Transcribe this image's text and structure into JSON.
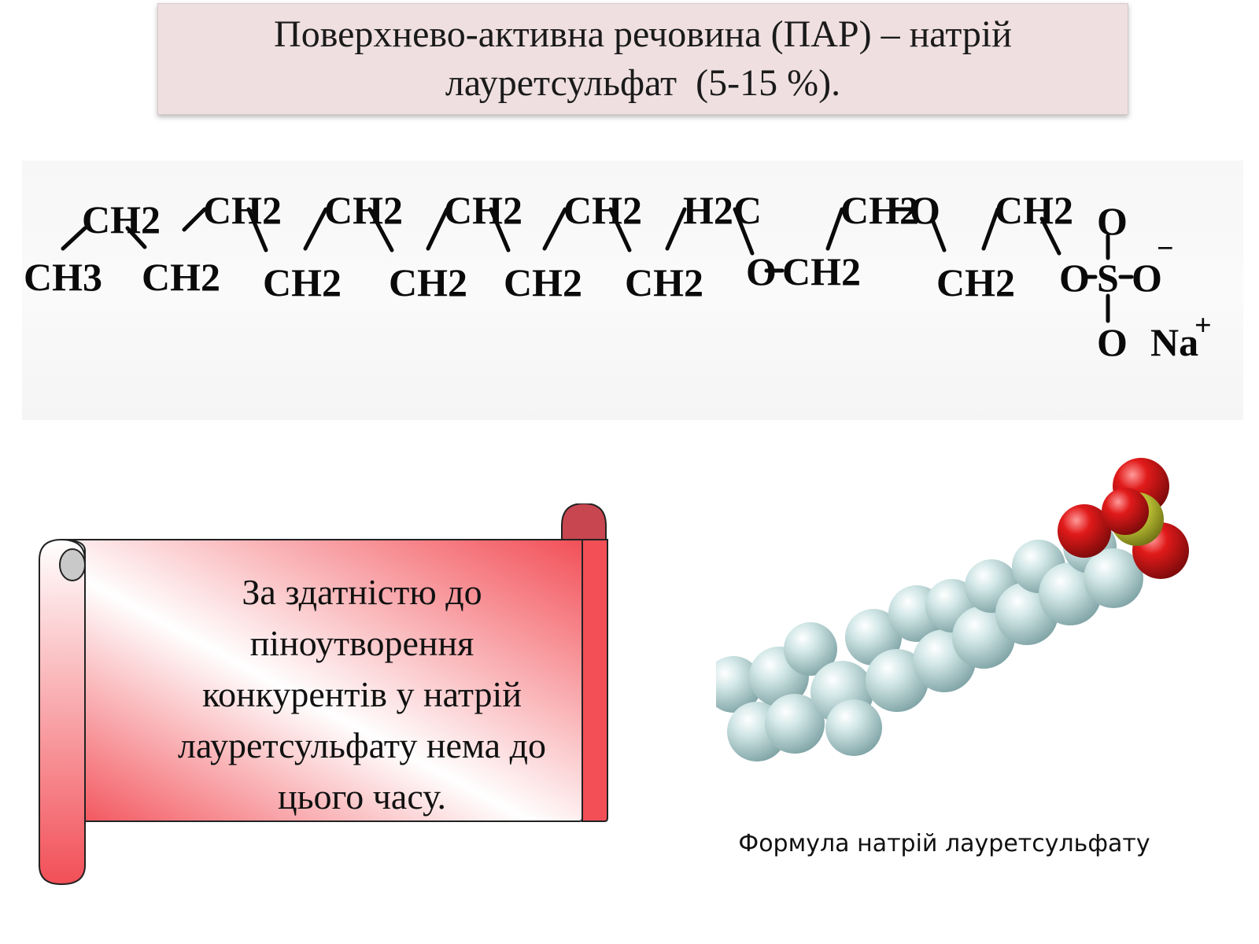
{
  "title": {
    "line1": "Поверхнево-активна речовина (ПАР) – натрій",
    "line2": "лауретсульфат  (5-15 %)."
  },
  "formula": {
    "groups": [
      "CH3",
      "CH2",
      "CH2",
      "CH2",
      "CH2",
      "CH2",
      "CH2",
      "CH2",
      "CH2",
      "CH2",
      "CH2",
      "H2C",
      "O",
      "CH2",
      "CH2",
      "O",
      "CH2",
      "CH2",
      "O",
      "S",
      "O",
      "O",
      "O",
      "Na"
    ],
    "charges": {
      "oxygen": "−",
      "sodium": "+"
    }
  },
  "scroll": {
    "lines": [
      "За здатністю до",
      "піноутворення",
      "конкурентів у натрій",
      "лауретсульфату нема до",
      "цього часу."
    ],
    "colors": {
      "fill": "#f24f57",
      "edge": "#222222"
    }
  },
  "molecule": {
    "colors": {
      "carbon_hydrogen": "#b6d6d6",
      "oxygen": "#d42020",
      "sulfur": "#c8cc3a"
    }
  },
  "caption": "Формула натрій лауретсульфату"
}
